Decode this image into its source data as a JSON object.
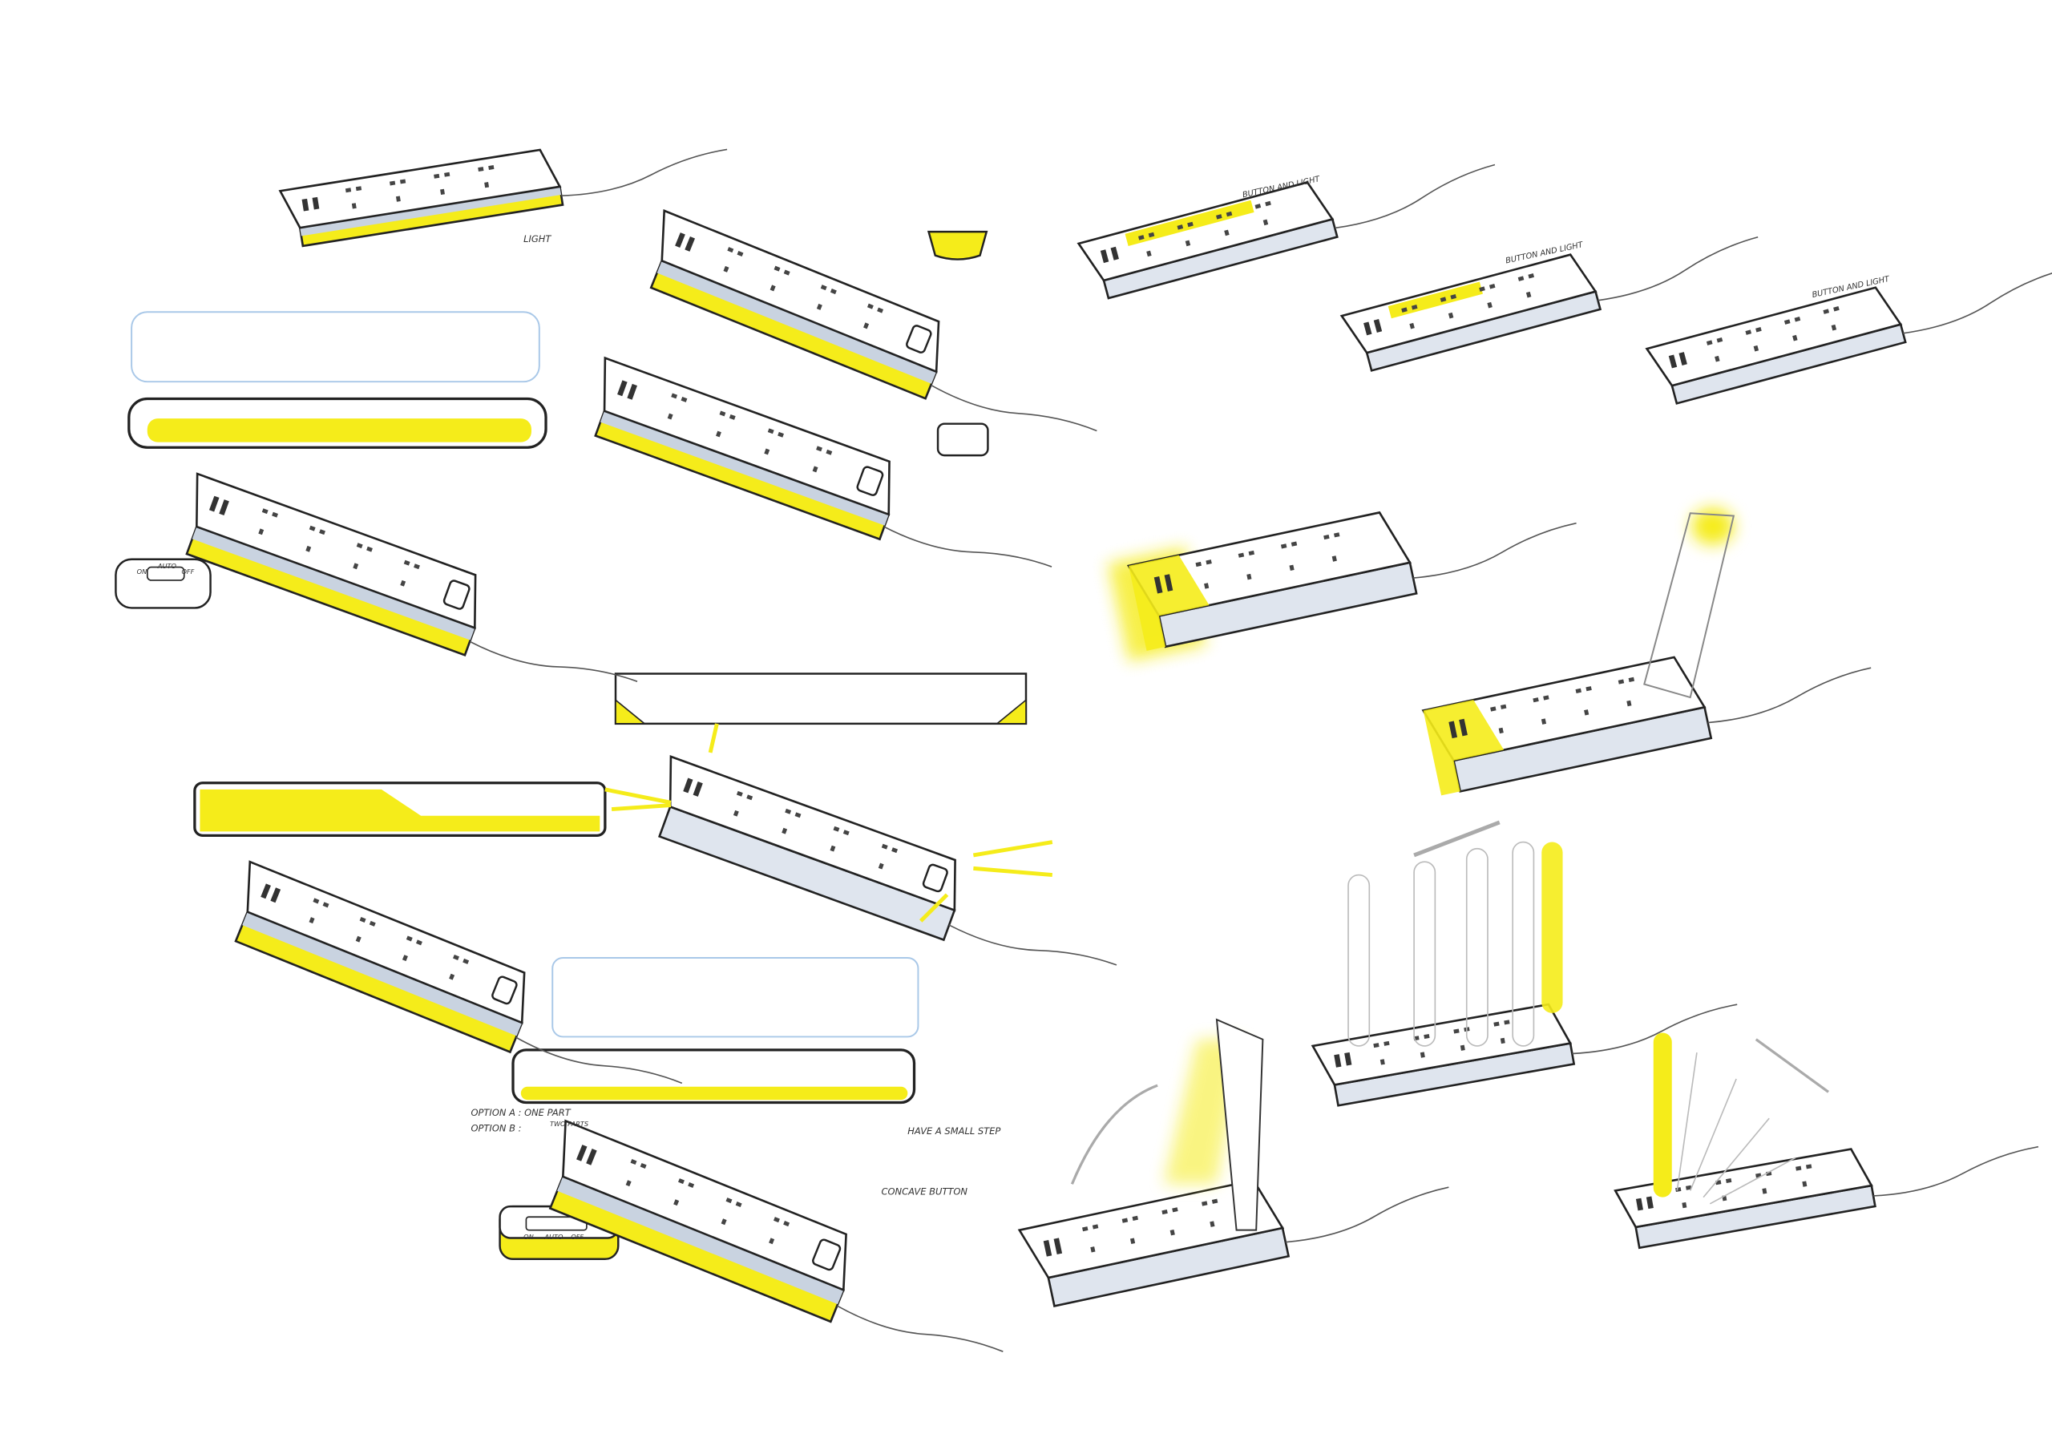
{
  "annotations": {
    "light": "LIGHT",
    "switch_top": {
      "on": "ON",
      "auto": "AUTO",
      "off": "OFF"
    },
    "switch_bottom": {
      "on": "ON",
      "auto": "AUTO",
      "off": "OFF"
    },
    "option_a": "OPTION A : ONE PART",
    "option_b": "OPTION B :",
    "two_parts": "TWO PARTS",
    "small_step": "HAVE A SMALL STEP",
    "concave_button": "CONCAVE BUTTON",
    "button_light_1": "BUTTON AND LIGHT",
    "button_light_2": "BUTTON AND LIGHT",
    "button_light_3": "BUTTON AND LIGHT"
  },
  "colors": {
    "accent": "#f5ec1a",
    "line": "#222222",
    "shade": "#b9c6d6",
    "blue_pencil": "#a9c8e8"
  }
}
